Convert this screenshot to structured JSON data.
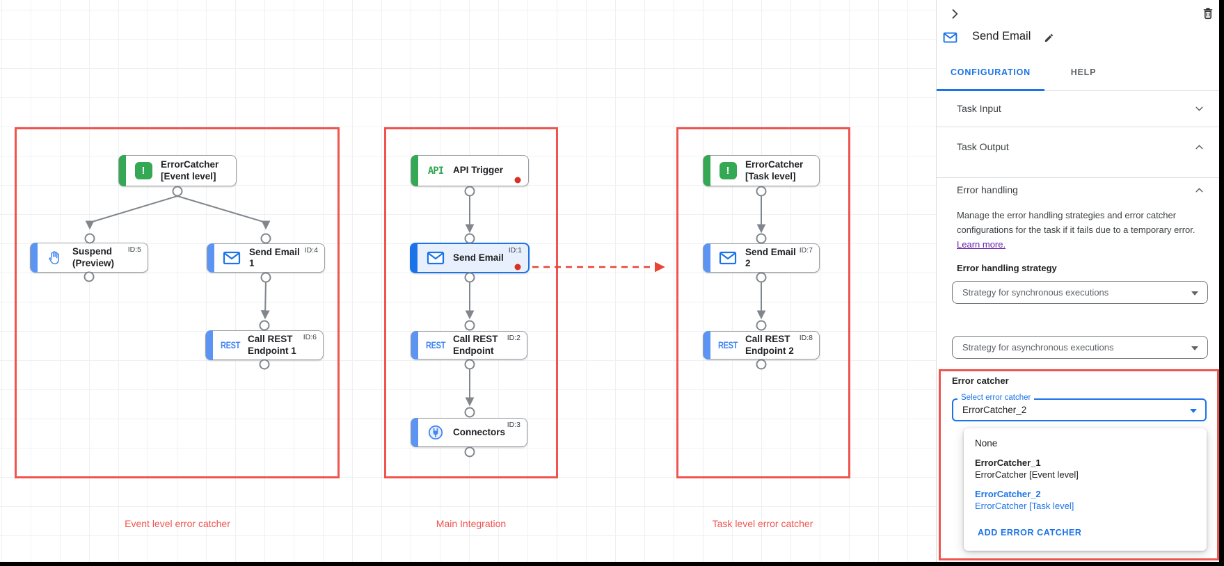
{
  "colors": {
    "highlight_red": "#f0544f",
    "accent_blue": "#1a73e8",
    "green": "#34a853",
    "task_bar_blue": "#5b94f2",
    "link_purple": "#681da8",
    "connector_gray": "#80868b",
    "breakpoint_dot_red": "#d93025",
    "selected_node_bg": "#e8f0fe"
  },
  "canvas": {
    "groups": [
      {
        "label": "Event level error catcher"
      },
      {
        "label": "Main Integration"
      },
      {
        "label": "Task level error catcher"
      }
    ],
    "nodes": [
      {
        "icon": "error-catcher-icon",
        "line1": "ErrorCatcher",
        "line2": "[Event level]",
        "badge": ""
      },
      {
        "icon": "suspend-hand-icon",
        "line1": "Suspend",
        "line2": "(Preview)",
        "badge": "ID:5"
      },
      {
        "icon": "mail-icon",
        "line1": "Send Email 1",
        "line2": "",
        "badge": "ID:4"
      },
      {
        "icon": "rest-icon",
        "line1": "Call REST",
        "line2": "Endpoint 1",
        "badge": "ID:6"
      },
      {
        "icon": "api-icon",
        "line1": "API Trigger",
        "line2": "",
        "badge": ""
      },
      {
        "icon": "mail-icon",
        "line1": "Send Email",
        "line2": "",
        "badge": "ID:1"
      },
      {
        "icon": "rest-icon",
        "line1": "Call REST",
        "line2": "Endpoint",
        "badge": "ID:2"
      },
      {
        "icon": "connector-icon",
        "line1": "Connectors",
        "line2": "",
        "badge": "ID:3"
      },
      {
        "icon": "error-catcher-icon",
        "line1": "ErrorCatcher",
        "line2": "[Task level]",
        "badge": ""
      },
      {
        "icon": "mail-icon",
        "line1": "Send Email 2",
        "line2": "",
        "badge": "ID:7"
      },
      {
        "icon": "rest-icon",
        "line1": "Call REST",
        "line2": "Endpoint 2",
        "badge": "ID:8"
      }
    ]
  },
  "panel": {
    "title": "Send Email",
    "tabs": {
      "configuration": "CONFIGURATION",
      "help": "HELP"
    },
    "sections": {
      "task_input": "Task Input",
      "task_output": "Task Output",
      "error_handling": "Error handling"
    },
    "error_handling": {
      "description": "Manage the error handling strategies and error catcher configurations for the task if it fails due to a temporary error.",
      "learn_more": "Learn more.",
      "strategy_label": "Error handling strategy",
      "sync_select_value": "Strategy for synchronous executions",
      "async_select_value": "Strategy for asynchronous executions",
      "error_catcher_label": "Error catcher",
      "select_float_label": "Select error catcher",
      "select_value": "ErrorCatcher_2",
      "menu": {
        "none": "None",
        "items": [
          {
            "name": "ErrorCatcher_1",
            "desc": "ErrorCatcher [Event level]"
          },
          {
            "name": "ErrorCatcher_2",
            "desc": "ErrorCatcher [Task level]"
          }
        ],
        "add": "ADD ERROR CATCHER"
      }
    }
  }
}
